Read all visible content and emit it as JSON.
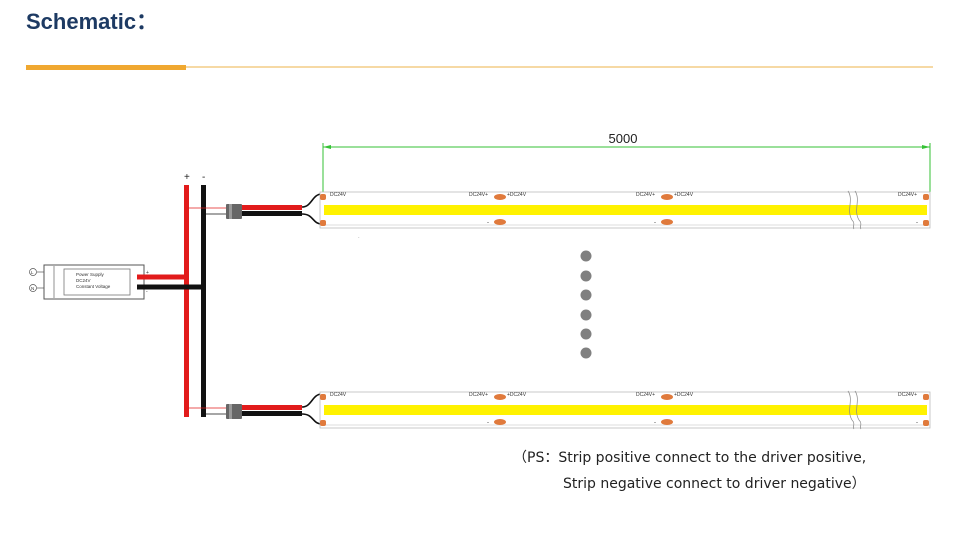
{
  "header": {
    "title": "Schematic："
  },
  "diagram": {
    "dimension_label": "5000",
    "polarity_plus": "+",
    "polarity_minus": "-",
    "power_supply": {
      "line1": "Power Supply",
      "line2": "DC24V",
      "line3": "Constant Voltage",
      "input_l": "L",
      "input_n": "N",
      "out_plus": "+",
      "out_minus": "-"
    },
    "strip_labels": {
      "start": "DC24V",
      "pad_left": "DC24V+",
      "pad_right": "+DC24V",
      "end": "DC24V+",
      "minus": "-"
    },
    "colors": {
      "positive_wire": "#e21b1b",
      "negative_wire": "#111111",
      "led_strip": "#fff200",
      "copper_pad": "#e07a3c",
      "dimension": "#35c235",
      "dots": "#808080"
    }
  },
  "note": {
    "line1": "（PS：Strip positive connect to the driver positive,",
    "line2": "Strip negative connect to driver negative）"
  }
}
